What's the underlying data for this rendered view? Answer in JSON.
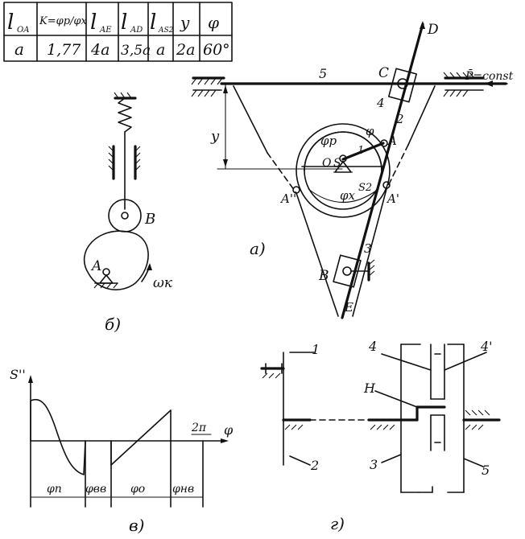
{
  "table": {
    "headers": [
      "l",
      "K=φp/φx",
      "l",
      "l",
      "l",
      "y",
      "φ"
    ],
    "header_subscripts": [
      "OA",
      "",
      "AE",
      "AD",
      "AS2",
      "",
      ""
    ],
    "values": [
      "a",
      "1,77",
      "4a",
      "3,5a",
      "a",
      "2a",
      "60°"
    ]
  },
  "mech_a": {
    "caption": "а)",
    "labels": {
      "D": "D",
      "C": "C",
      "force": "P̄=const",
      "link5": "5",
      "link4": "4",
      "link2": "2",
      "y": "y",
      "phi_p": "φр",
      "phi": "φ",
      "A": "A",
      "O": "O",
      "S": "S",
      "one": "1",
      "A_dd": "A''",
      "phi_x": "φx",
      "S2": "S2",
      "A_d": "A'",
      "three": "3",
      "B": "B",
      "E": "E"
    }
  },
  "mech_b": {
    "caption": "б)",
    "labels": {
      "B": "B",
      "A": "A",
      "omega": "ωк"
    }
  },
  "mech_v": {
    "caption": "в)",
    "labels": {
      "s": "S''",
      "two_pi": "2π",
      "phi": "φ",
      "phi_p": "φп",
      "phi_vv": "φвв",
      "phi_o": "φо",
      "phi_nv": "φнв"
    }
  },
  "mech_g": {
    "caption": "г)",
    "labels": {
      "one": "1",
      "two": "2",
      "three": "3",
      "four": "4",
      "four_d": "4'",
      "five": "5",
      "H": "H"
    }
  }
}
